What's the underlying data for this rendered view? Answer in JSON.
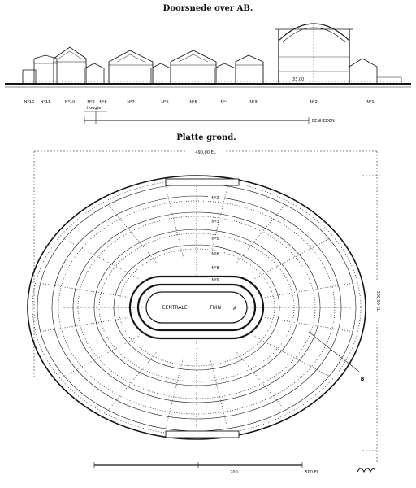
{
  "section": {
    "title": "Doorsnede over AB.",
    "pavilion_labels": [
      "Nº12",
      "Nº11",
      "Nº10",
      "Nº9",
      "Nº8",
      "Nº7",
      "Nº6",
      "Nº5",
      "Nº4",
      "Nº3",
      "Nº2",
      "Nº1"
    ],
    "height_label": "hoogte",
    "scale_label": "EENHEDEN",
    "dim_label": "33,00"
  },
  "plan": {
    "title": "Platte grond.",
    "width_dim": "490,00 EL",
    "height_dim": "380,00 EL",
    "ring_labels": [
      "Nº2",
      "Nº3",
      "Nº5",
      "Nº6",
      "Nº8",
      "Nº9"
    ],
    "center_label_left": "CENTRALE",
    "center_label_right": "TUIN",
    "point_a": "A",
    "point_b": "B",
    "scale_mid": "200",
    "scale_end": "500 EL",
    "scale_unit": "EL"
  },
  "colors": {
    "ink": "#151515",
    "paper": "#ffffff"
  }
}
